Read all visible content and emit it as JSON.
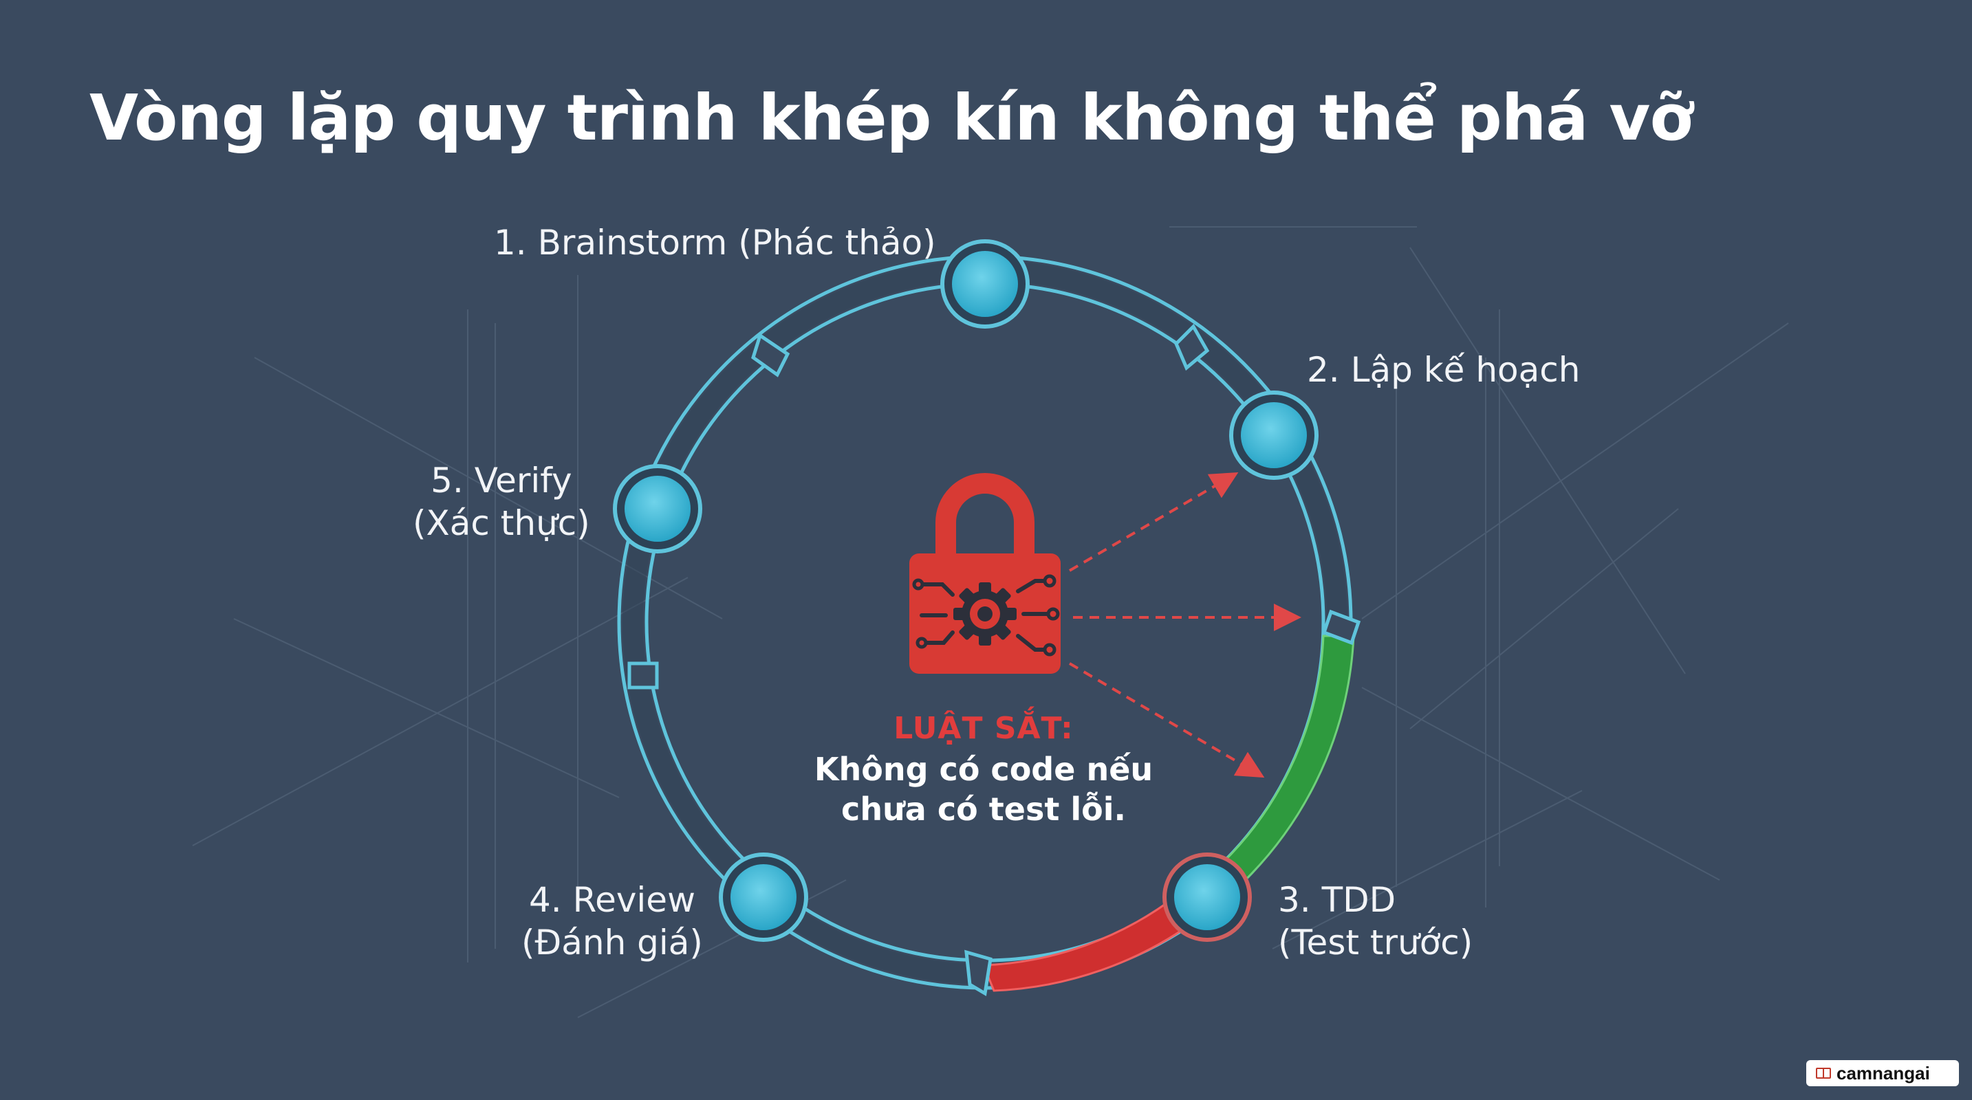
{
  "title": "Vòng lặp quy trình khép kín không thể phá vỡ",
  "steps": [
    {
      "id": "brainstorm",
      "line1": "1. Brainstorm (Phác thảo)",
      "line2": ""
    },
    {
      "id": "plan",
      "line1": "2. Lập kế hoạch",
      "line2": ""
    },
    {
      "id": "tdd",
      "line1": "3. TDD",
      "line2": "(Test trước)"
    },
    {
      "id": "review",
      "line1": "4. Review",
      "line2": "(Đánh giá)"
    },
    {
      "id": "verify",
      "line1": "5. Verify",
      "line2": "(Xác thực)"
    }
  ],
  "rule": {
    "title": "LUẬT SẮT:",
    "line1": "Không có code nếu",
    "line2": "chưa có test lỗi."
  },
  "watermark": "camnangai",
  "colors": {
    "background": "#3a4a5f",
    "ring": "#5fc4dc",
    "node": "#3eb8d8",
    "lock": "#d83a34",
    "green_segment": "#2e9a3e",
    "red_segment": "#cf2f2f",
    "arrow": "#e04848"
  },
  "icons": [
    "padlock-circuit-gear-icon",
    "book-icon"
  ]
}
